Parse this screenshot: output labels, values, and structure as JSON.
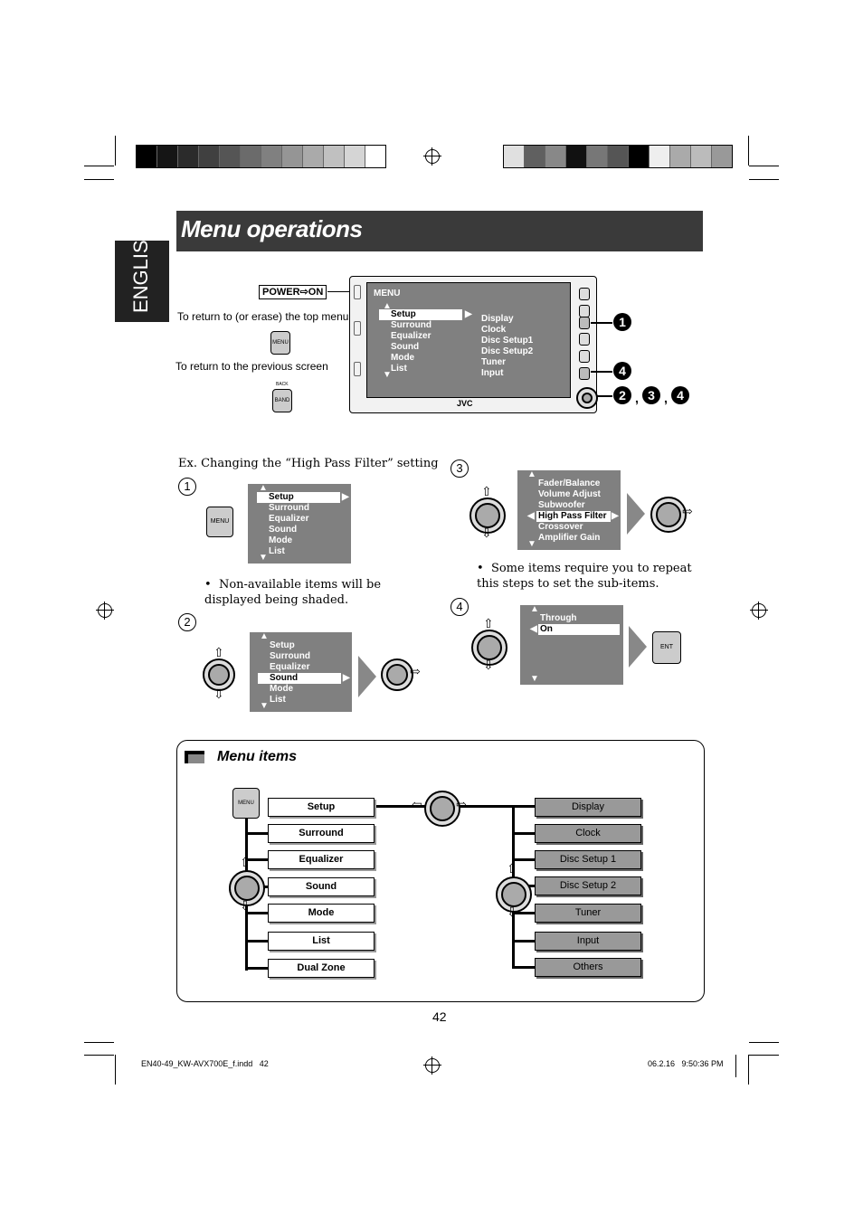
{
  "page": {
    "title": "Menu operations",
    "language_tab": "ENGLISH",
    "page_number": "42",
    "footer_file": "EN40-49_KW-AVX700E_f.indd   42",
    "footer_date": "06.2.16   9:50:36 PM"
  },
  "intro": {
    "power_label": "POWER",
    "power_arrow": "⇨",
    "power_on": "ON",
    "return_top": "To return to (or erase) the top menu",
    "return_prev": "To return to the  previous screen",
    "menu_btn": "MENU",
    "back_label": "BACK",
    "band_btn": "BAND",
    "brand": "JVC"
  },
  "main_screen": {
    "header": "MENU",
    "left_items": [
      "Setup",
      "Surround",
      "Equalizer",
      "Sound",
      "Mode",
      "List"
    ],
    "right_items": [
      "Display",
      "Clock",
      "Disc Setup1",
      "Disc Setup2",
      "Tuner",
      "Input"
    ]
  },
  "callouts": {
    "c1": "1",
    "c4": "4",
    "c2": "2",
    "c3": "3",
    "c4b": "4",
    "sep": ","
  },
  "example": {
    "caption": "Ex. Changing the “High Pass Filter” setting",
    "step1": "1",
    "step2": "2",
    "step3": "3",
    "step4": "4",
    "screen1": [
      "Setup",
      "Surround",
      "Equalizer",
      "Sound",
      "Mode",
      "List"
    ],
    "screen2": [
      "Setup",
      "Surround",
      "Equalizer",
      "Sound",
      "Mode",
      "List"
    ],
    "screen3": [
      "Fader/Balance",
      "Volume Adjust",
      "Subwoofer",
      "High Pass Filter",
      "Crossover",
      "Amplifier Gain"
    ],
    "screen4": [
      "Through",
      "On"
    ],
    "note1": "Non-available items will be displayed being shaded.",
    "note3": "Some items require you to repeat this steps to set the sub-items.",
    "ent_btn": "ENT"
  },
  "menu_items": {
    "heading": "Menu items",
    "menu_btn": "MENU",
    "left": [
      "Setup",
      "Surround",
      "Equalizer",
      "Sound",
      "Mode",
      "List",
      "Dual Zone"
    ],
    "right": [
      "Display",
      "Clock",
      "Disc Setup 1",
      "Disc Setup 2",
      "Tuner",
      "Input",
      "Others"
    ]
  }
}
